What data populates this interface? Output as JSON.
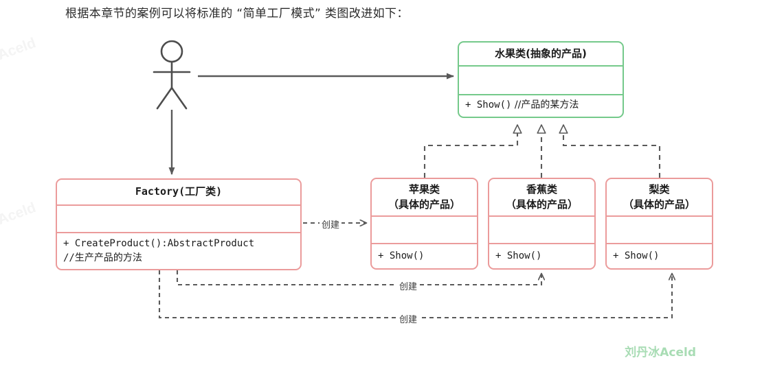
{
  "caption": "根据本章节的案例可以将标准的 “简单工厂模式” 类图改进如下：",
  "colors": {
    "abstract_border": "#74c98a",
    "concrete_border": "#eb9b9b",
    "line": "#595959",
    "watermark": "#a8dcb4"
  },
  "actor": {
    "name": "actor-stick-figure"
  },
  "classes": {
    "abstract_product": {
      "title": "水果类(抽象的产品)",
      "attributes": "",
      "method": "+ Show()  //产品的某方法",
      "method_code": "+ Show()",
      "method_comment": "  //产品的某方法"
    },
    "factory": {
      "title": "Factory(工厂类)",
      "attributes": "",
      "method_line1": "+ CreateProduct():AbstractProduct",
      "method_line2": "//生产产品的方法"
    },
    "concrete": [
      {
        "title_line1": "苹果类",
        "title_line2": "（具体的产品）",
        "attributes": "",
        "method": "+ Show()"
      },
      {
        "title_line1": "香蕉类",
        "title_line2": "（具体的产品）",
        "attributes": "",
        "method": "+ Show()"
      },
      {
        "title_line1": "梨类",
        "title_line2": "（具体的产品）",
        "attributes": "",
        "method": "+ Show()"
      }
    ]
  },
  "edges": {
    "create_label_1": "创建",
    "create_label_2": "创建",
    "create_label_3": "创建"
  },
  "watermarks": {
    "side_1": "Aceld",
    "side_2": "Aceld",
    "main": "刘丹冰Aceld"
  }
}
